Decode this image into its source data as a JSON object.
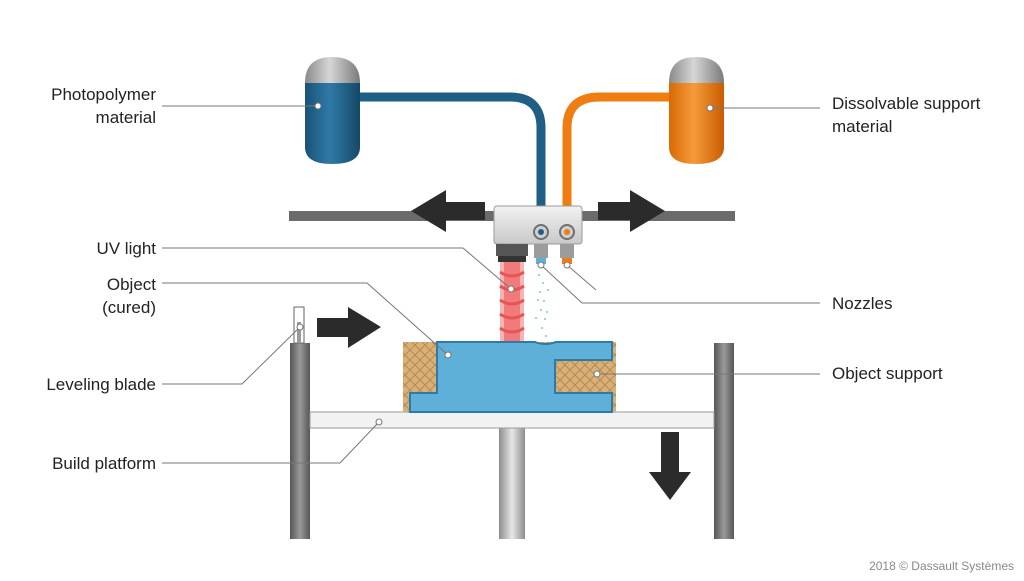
{
  "labels": {
    "photopolymer": [
      "Photopolymer",
      "material"
    ],
    "dissolvable": [
      "Dissolvable support",
      "material"
    ],
    "uv_light": "UV light",
    "object_cured": [
      "Object",
      "(cured)"
    ],
    "leveling_blade": "Leveling blade",
    "build_platform": "Build platform",
    "nozzles": "Nozzles",
    "object_support": "Object support"
  },
  "copyright": "2018 © Dassault Systèmes",
  "colors": {
    "photopolymer": "#1f5f86",
    "support_material": "#ef7d12",
    "uv_light": "#f27a7a",
    "object": "#5fb0d8",
    "support_structure": "#d9b27c",
    "rail": "#666666",
    "arrow": "#2b2b2b",
    "leader": "#777777"
  }
}
